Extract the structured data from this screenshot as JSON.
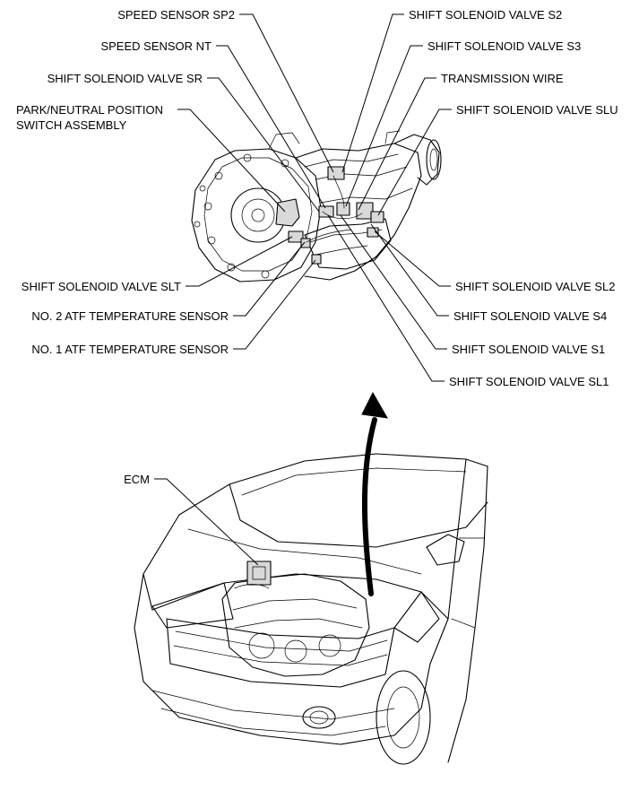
{
  "labels": {
    "speed_sensor_sp2": "SPEED SENSOR SP2",
    "speed_sensor_nt": "SPEED SENSOR NT",
    "shift_solenoid_valve_sr": "SHIFT SOLENOID VALVE SR",
    "park_neutral_line1": "PARK/NEUTRAL POSITION",
    "park_neutral_line2": "SWITCH ASSEMBLY",
    "shift_solenoid_valve_slt": "SHIFT SOLENOID VALVE SLT",
    "no2_atf_temperature_sensor": "NO. 2 ATF TEMPERATURE SENSOR",
    "no1_atf_temperature_sensor": "NO. 1 ATF TEMPERATURE SENSOR",
    "shift_solenoid_valve_s2": "SHIFT SOLENOID VALVE S2",
    "shift_solenoid_valve_s3": "SHIFT SOLENOID VALVE S3",
    "transmission_wire": "TRANSMISSION WIRE",
    "shift_solenoid_valve_slu": "SHIFT SOLENOID VALVE SLU",
    "shift_solenoid_valve_sl2": "SHIFT SOLENOID VALVE SL2",
    "shift_solenoid_valve_s4": "SHIFT SOLENOID VALVE S4",
    "shift_solenoid_valve_s1": "SHIFT SOLENOID VALVE S1",
    "shift_solenoid_valve_sl1": "SHIFT SOLENOID VALVE SL1",
    "ecm": "ECM"
  }
}
